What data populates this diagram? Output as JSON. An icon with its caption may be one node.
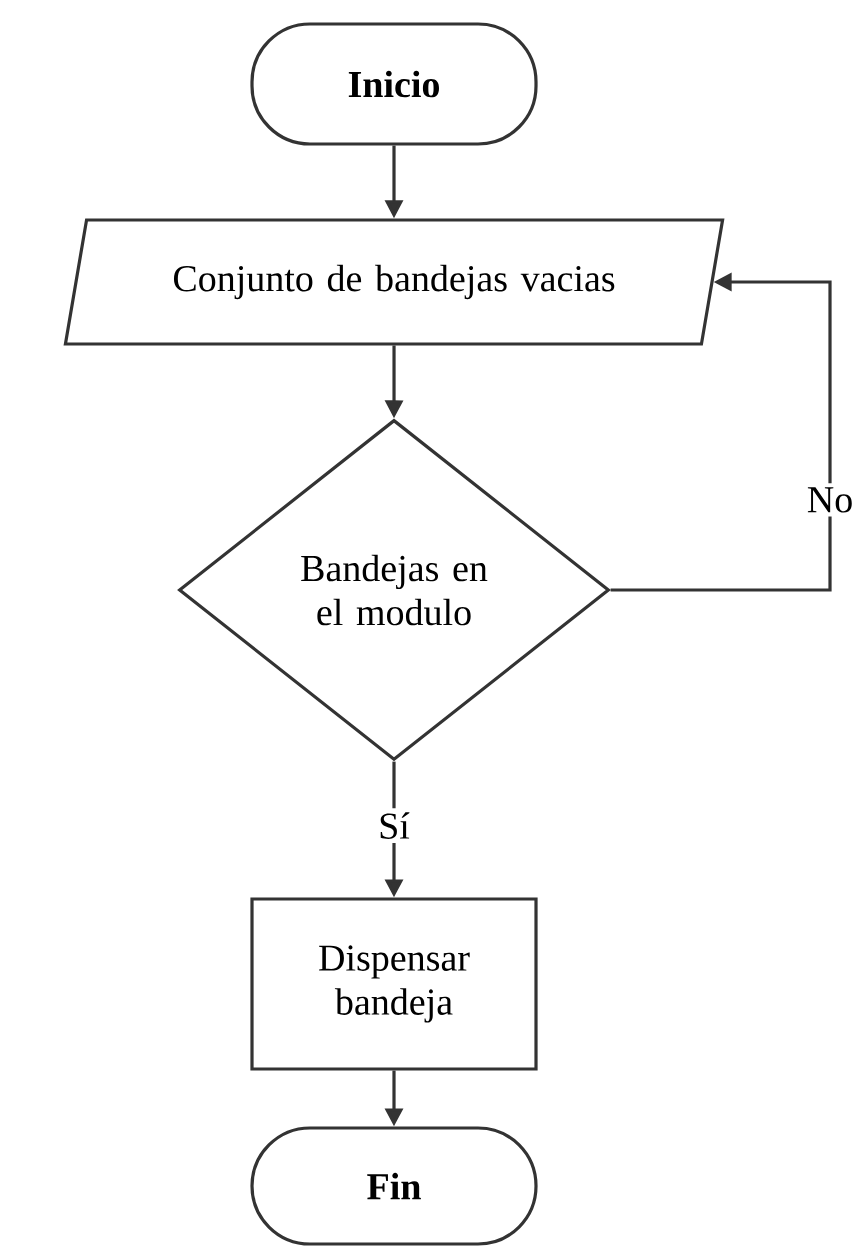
{
  "diagram": {
    "nodes": [
      {
        "text": [
          "Inicio"
        ]
      },
      {
        "text": [
          "Conjunto de bandejas vacias"
        ]
      },
      {
        "text": [
          "Bandejas en el modulo"
        ]
      },
      {
        "text": [
          "Dispensar bandeja"
        ]
      },
      {
        "text": [
          "Fin"
        ]
      }
    ],
    "edges": [
      {
        "from": 0,
        "to": 1,
        "arrow": "to"
      },
      {
        "from": 1,
        "to": 2,
        "arrow": "to"
      },
      {
        "from": 2,
        "to": 1,
        "arrow": "to",
        "label": "No"
      },
      {
        "from": 2,
        "to": 3,
        "arrow": "to",
        "label": "Sí"
      },
      {
        "from": 3,
        "to": 4,
        "arrow": "to"
      }
    ]
  }
}
